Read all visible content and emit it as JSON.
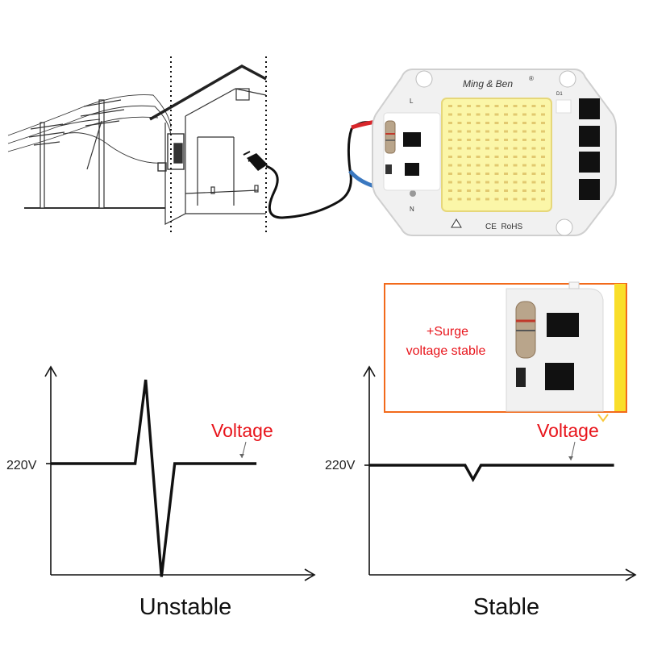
{
  "module": {
    "brand": "Ming & Ben",
    "registered_mark": "®",
    "cert_marks": "CE  RoHS",
    "pin_top": "L",
    "pin_bottom": "N",
    "component_label": "D1"
  },
  "callout": {
    "line1": "+Surge",
    "line2": "voltage stable"
  },
  "charts": {
    "unstable": {
      "y_tick": "220V",
      "series_label": "Voltage",
      "caption": "Unstable"
    },
    "stable": {
      "y_tick": "220V",
      "series_label": "Voltage",
      "caption": "Stable"
    }
  },
  "colors": {
    "accent_red": "#e8141b",
    "callout_border": "#f26a1b",
    "wire_red": "#d8262b",
    "wire_blue": "#3a78c0",
    "led_yellow": "#fbf6a8"
  },
  "chart_data": [
    {
      "type": "line",
      "title": "Unstable",
      "ylabel": "",
      "xlabel": "",
      "y_ticks": [
        "220V"
      ],
      "series": [
        {
          "name": "Voltage",
          "shape": "spike",
          "baseline": "220V",
          "points": [
            [
              0,
              0
            ],
            [
              0.32,
              0
            ],
            [
              0.36,
              1.0
            ],
            [
              0.42,
              -1.35
            ],
            [
              0.47,
              0
            ],
            [
              0.78,
              0
            ]
          ]
        }
      ],
      "grid": false
    },
    {
      "type": "line",
      "title": "Stable",
      "ylabel": "",
      "xlabel": "",
      "y_ticks": [
        "220V"
      ],
      "series": [
        {
          "name": "Voltage",
          "shape": "small-dip",
          "baseline": "220V",
          "points": [
            [
              0,
              0
            ],
            [
              0.36,
              0
            ],
            [
              0.39,
              -0.17
            ],
            [
              0.42,
              0
            ],
            [
              0.92,
              0
            ]
          ]
        }
      ],
      "grid": false
    }
  ]
}
